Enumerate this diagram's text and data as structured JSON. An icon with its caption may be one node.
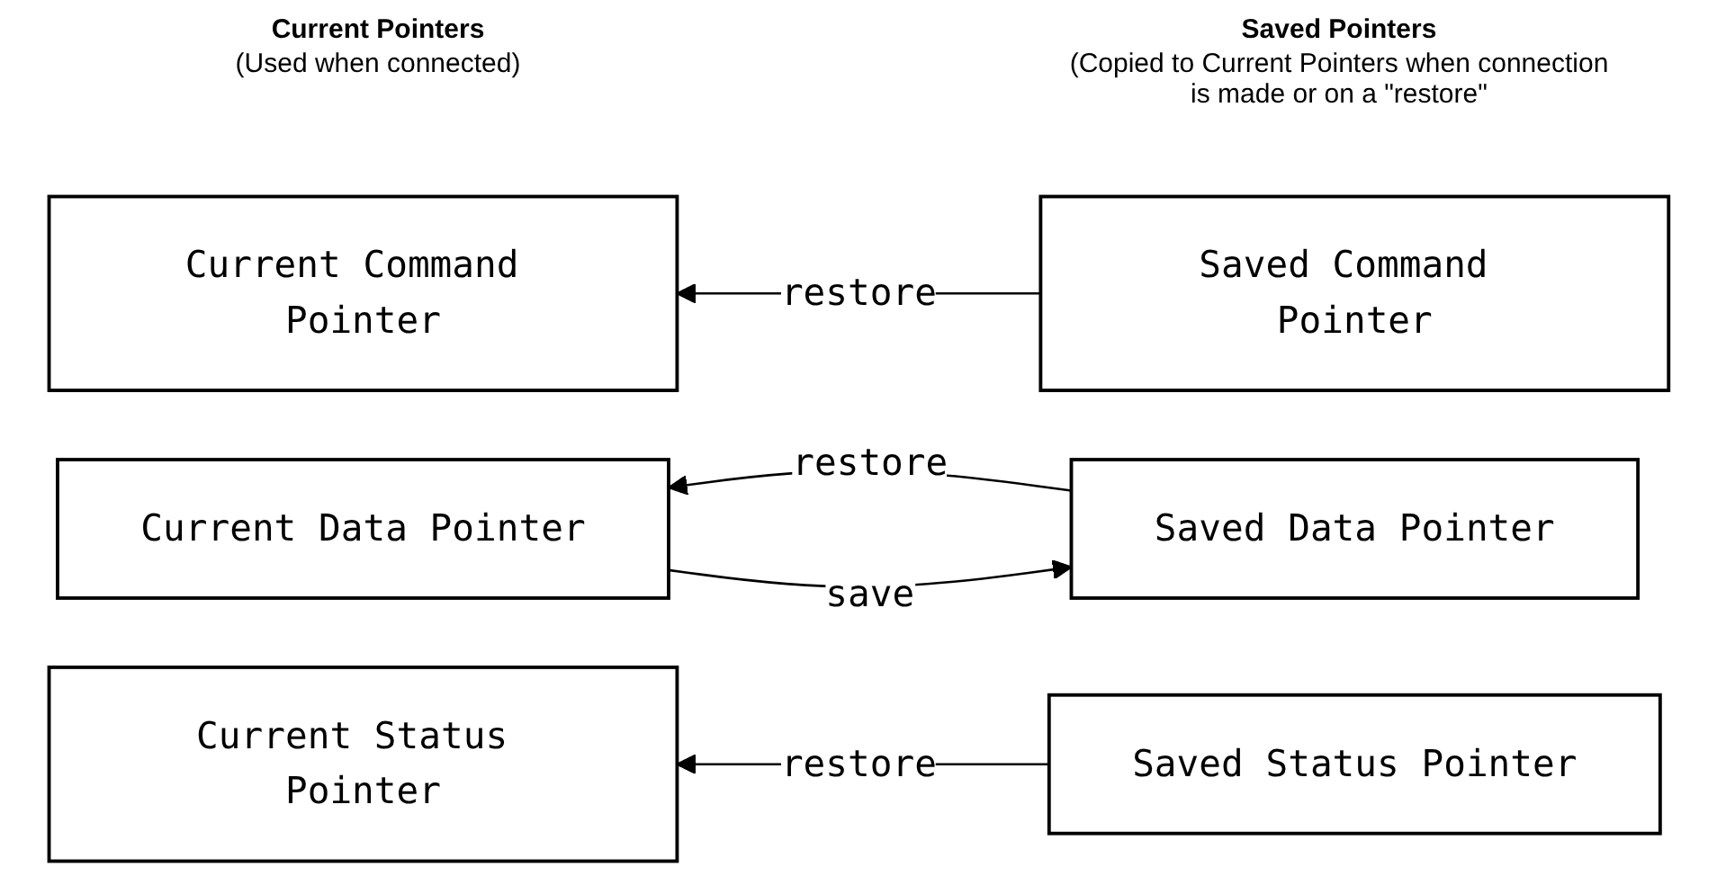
{
  "diagram": {
    "nodes": [
      {
        "text": [
          "Current Command Pointer"
        ]
      },
      {
        "text": [
          "Saved Command Pointer"
        ]
      },
      {
        "text": [
          "Current Data Pointer"
        ]
      },
      {
        "text": [
          "Saved Data Pointer"
        ]
      },
      {
        "text": [
          "Current Status Pointer"
        ]
      },
      {
        "text": [
          "Saved Status Pointer"
        ]
      }
    ],
    "edges": [
      {
        "from": 1,
        "to": 0,
        "arrow": "to",
        "label": "restore"
      },
      {
        "from": 3,
        "to": 2,
        "arrow": "to",
        "label": "restore"
      },
      {
        "from": 2,
        "to": 3,
        "arrow": "to",
        "label": "save"
      },
      {
        "from": 5,
        "to": 4,
        "arrow": "to",
        "label": "restore"
      }
    ],
    "labels": [
      "Current Pointers",
      "(Used when connected)",
      "Saved Pointers",
      "(Copied to Current Pointers when connection is made or on a \"restore\""
    ]
  }
}
